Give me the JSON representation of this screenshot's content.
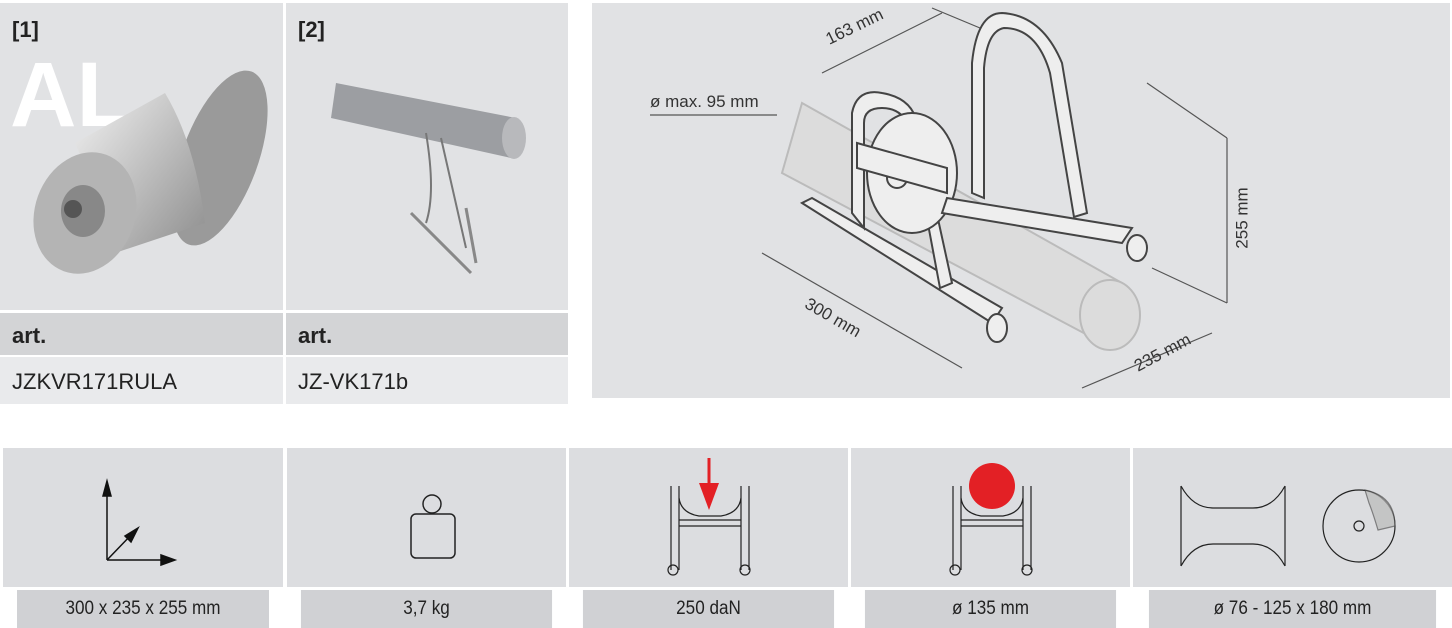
{
  "products": [
    {
      "tag": "[1]",
      "watermark": "AL",
      "header": "art.",
      "code": "JZKVR171RULA",
      "image": "aluminium-roller"
    },
    {
      "tag": "[2]",
      "header": "art.",
      "code": "JZ-VK171b",
      "image": "pin-with-chains"
    }
  ],
  "diagram": {
    "dims": {
      "width": "163 mm",
      "diameter": "ø max. 95 mm",
      "height": "255 mm",
      "length": "300 mm",
      "depth": "235 mm"
    }
  },
  "specs": [
    {
      "icon": "dimensions-axes-icon",
      "label": "300 x 235 x 255 mm"
    },
    {
      "icon": "weight-icon",
      "label": "3,7 kg"
    },
    {
      "icon": "load-arrow-icon",
      "label": "250 daN"
    },
    {
      "icon": "cable-diameter-icon",
      "label": "ø 135 mm"
    },
    {
      "icon": "roller-profile-icon",
      "label": "ø 76 - 125 x 180 mm"
    }
  ],
  "colors": {
    "accent": "#e32025"
  }
}
